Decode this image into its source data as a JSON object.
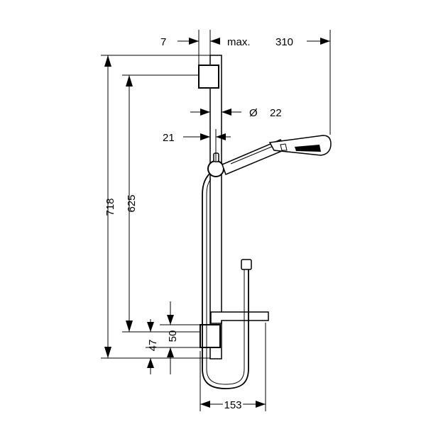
{
  "dimensions": {
    "wall_offset": "7",
    "max_label": "max.",
    "max_reach": "310",
    "diameter_symbol": "Ø",
    "rail_diameter": "22",
    "holder_offset": "21",
    "total_height": "718",
    "bracket_spacing": "625",
    "lower_offset": "50",
    "bottom_offset": "47",
    "shelf_depth": "153"
  },
  "colors": {
    "line": "#000000",
    "background": "#ffffff"
  }
}
